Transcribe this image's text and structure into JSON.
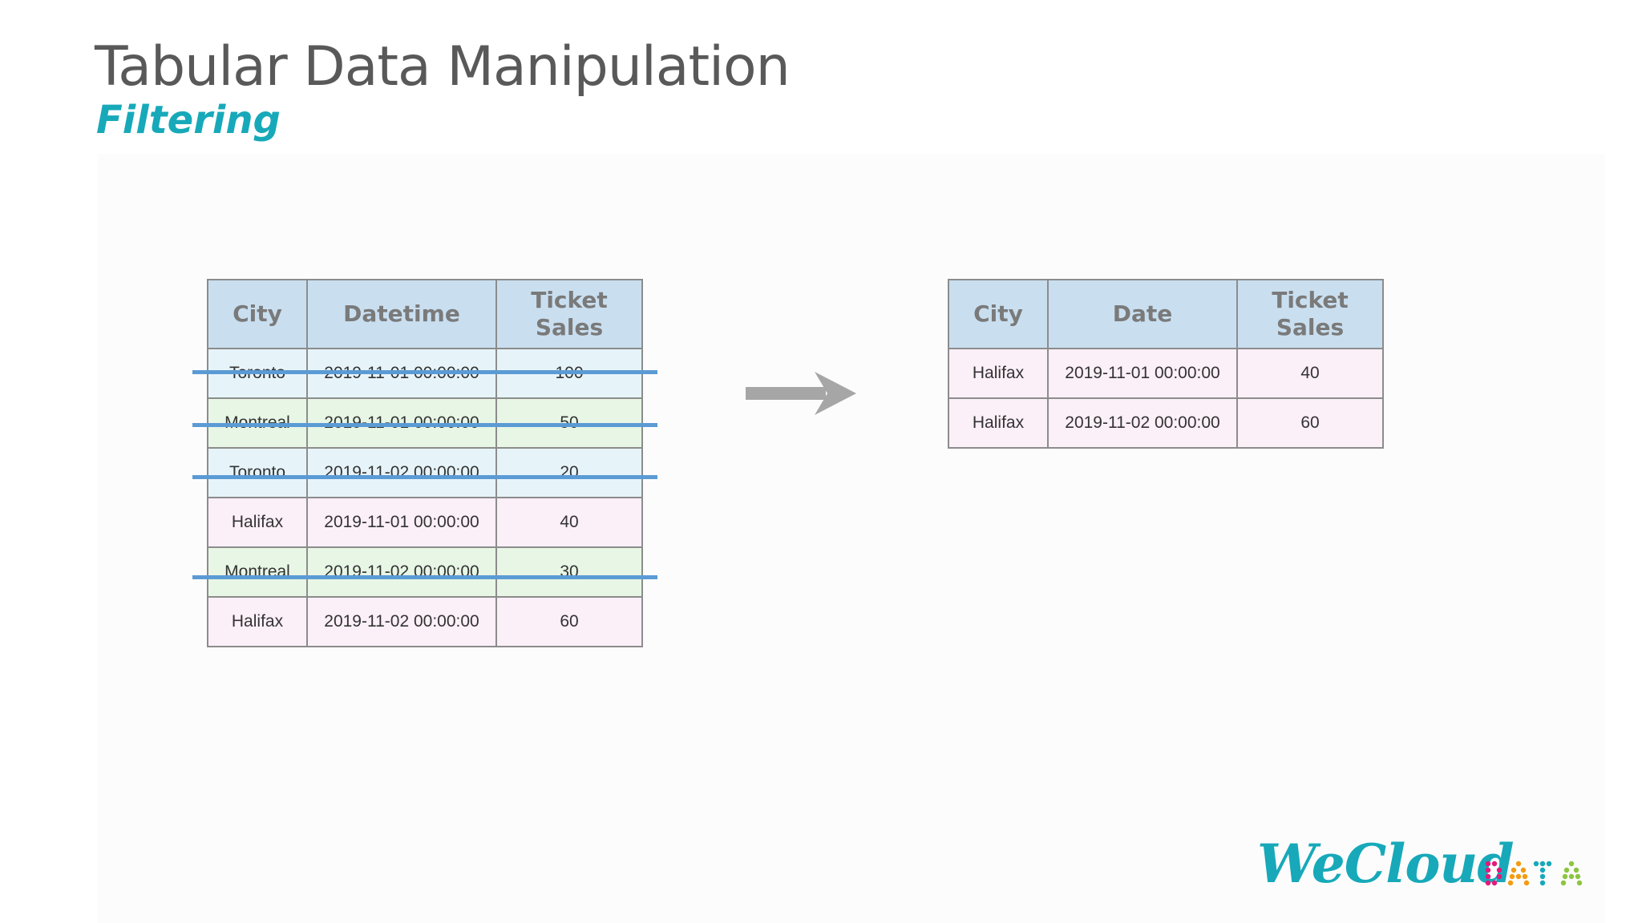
{
  "title": "Tabular Data Manipulation",
  "subtitle": "Filtering",
  "source_table": {
    "headers": [
      "City",
      "Datetime",
      "Ticket Sales"
    ],
    "rows": [
      {
        "city": "Toronto",
        "datetime": "2019-11-01 00:00:00",
        "sales": "100",
        "filtered_out": true
      },
      {
        "city": "Montreal",
        "datetime": "2019-11-01 00:00:00",
        "sales": "50",
        "filtered_out": true
      },
      {
        "city": "Toronto",
        "datetime": "2019-11-02 00:00:00",
        "sales": "20",
        "filtered_out": true
      },
      {
        "city": "Halifax",
        "datetime": "2019-11-01 00:00:00",
        "sales": "40",
        "filtered_out": false
      },
      {
        "city": "Montreal",
        "datetime": "2019-11-02 00:00:00",
        "sales": "30",
        "filtered_out": true
      },
      {
        "city": "Halifax",
        "datetime": "2019-11-02 00:00:00",
        "sales": "60",
        "filtered_out": false
      }
    ]
  },
  "result_table": {
    "headers": [
      "City",
      "Date",
      "Ticket Sales"
    ],
    "rows": [
      {
        "city": "Halifax",
        "date": "2019-11-01 00:00:00",
        "sales": "40"
      },
      {
        "city": "Halifax",
        "date": "2019-11-02 00:00:00",
        "sales": "60"
      }
    ]
  },
  "logo": {
    "brand": "WeCloud",
    "suffix": "DATA"
  },
  "colors": {
    "title": "#595959",
    "subtitle": "#17a9b9",
    "header_bg": "#c9dff0",
    "toronto_row": "#e6f4fa",
    "montreal_row": "#e7f6e5",
    "halifax_row": "#fbeff8",
    "strike_line": "#5b9bd5",
    "arrow": "#a6a6a6"
  },
  "icons": {
    "arrow": "right-arrow-icon"
  }
}
